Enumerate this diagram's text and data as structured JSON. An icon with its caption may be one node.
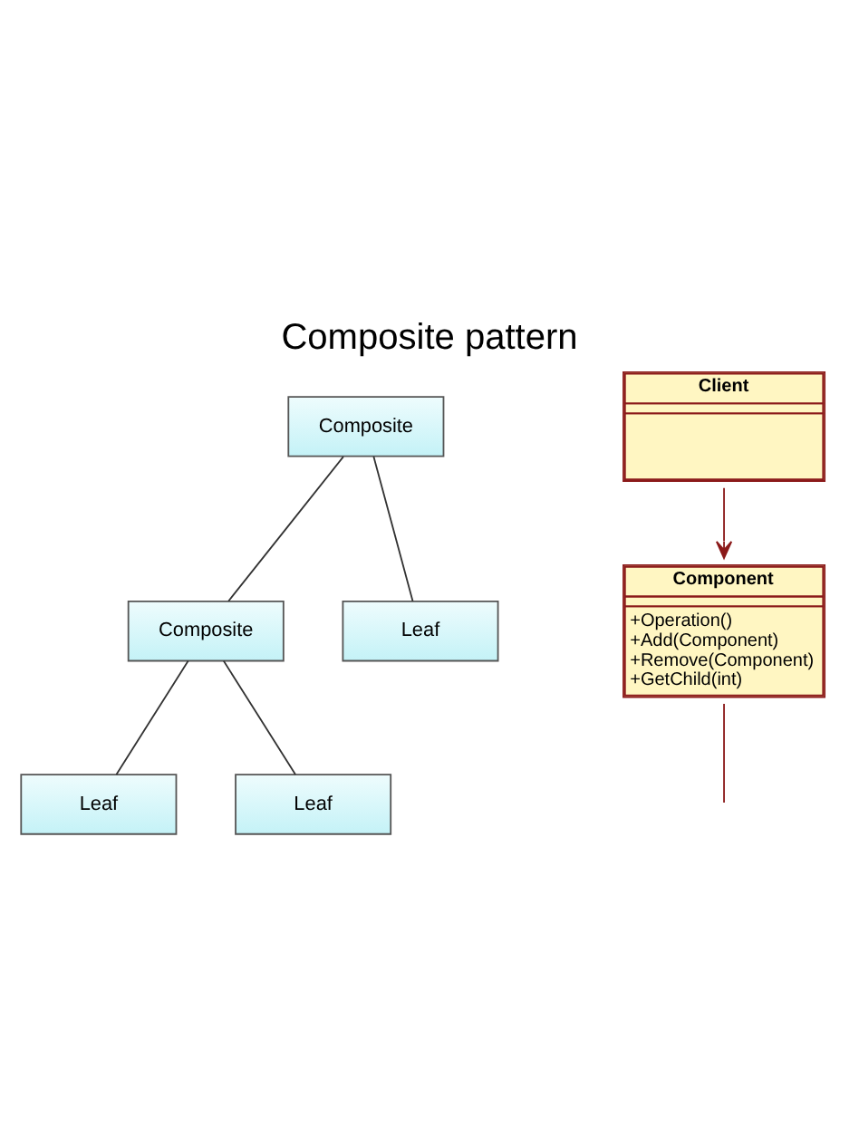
{
  "diagram": {
    "title": "Composite pattern",
    "nodes": [
      {
        "text": [
          "Composite"
        ]
      },
      {
        "text": [
          "Composite"
        ]
      },
      {
        "text": [
          "Leaf"
        ]
      },
      {
        "text": [
          "Leaf"
        ]
      },
      {
        "text": [
          "Leaf"
        ]
      },
      {
        "text": [
          "Client"
        ]
      },
      {
        "text": [
          "Component",
          "+Operation()",
          "+Add(Component)",
          "+Remove(Component)",
          "+GetChild(int)"
        ]
      }
    ],
    "edges": [
      {
        "from": 0,
        "to": 1,
        "arrow": "none"
      },
      {
        "from": 0,
        "to": 2,
        "arrow": "none"
      },
      {
        "from": 1,
        "to": 3,
        "arrow": "none"
      },
      {
        "from": 1,
        "to": 4,
        "arrow": "none"
      },
      {
        "from": 5,
        "to": 6,
        "arrow": "to",
        "color": "#8b1a1a"
      },
      {
        "from": 6,
        "to": null,
        "arrow": "none",
        "color": "#8b1a1a"
      }
    ]
  }
}
